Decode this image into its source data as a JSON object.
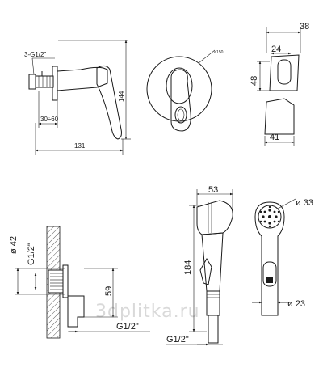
{
  "drawing": {
    "top": {
      "thread_note": "3-G1/2\"",
      "flange_range": "30÷60",
      "width_131": "131",
      "height_144": "144",
      "circle_note": "ø150",
      "dim_38": "38",
      "dim_24": "24",
      "dim_48": "48",
      "dim_41": "41"
    },
    "bottom_left": {
      "diam_42": "ø 42",
      "thread_vertical": "G1/2\"",
      "dim_59": "59",
      "thread_bottom": "G1/2\""
    },
    "bottom_right": {
      "dim_53": "53",
      "dim_184": "184",
      "thread_bottom": "G1/2\"",
      "diam_33": "ø 33",
      "diam_23": "ø 23"
    },
    "watermark": "3dplitka.ru"
  }
}
